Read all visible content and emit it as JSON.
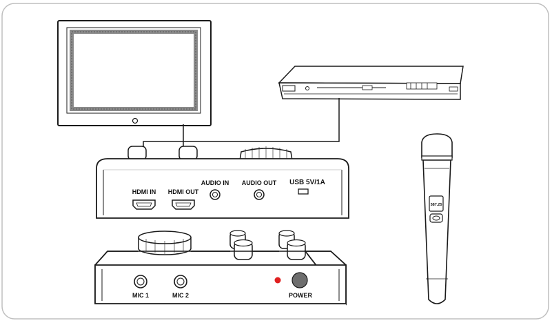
{
  "colors": {
    "stroke": "#1a1a1a",
    "frame": "#bfbfbf",
    "screen_border": "#8a8a8a",
    "panel_fill": "#f4f4f4",
    "power_led": "#e02020",
    "power_button": "#6e6e6e"
  },
  "rear_panel": {
    "hdmi_in": "HDMI IN",
    "hdmi_out": "HDMI OUT",
    "audio_in": "AUDIO IN",
    "audio_out": "AUDIO OUT",
    "usb": "USB 5V/1A"
  },
  "front_panel": {
    "mic1": "MIC 1",
    "mic2": "MIC 2",
    "power": "POWER"
  },
  "microphone": {
    "display_text": "587.25"
  },
  "icons": [
    "tv-icon",
    "dvd-player-icon",
    "hdmi-port-icon",
    "audio-jack-icon",
    "usb-port-icon",
    "knob-icon",
    "microphone-icon"
  ]
}
